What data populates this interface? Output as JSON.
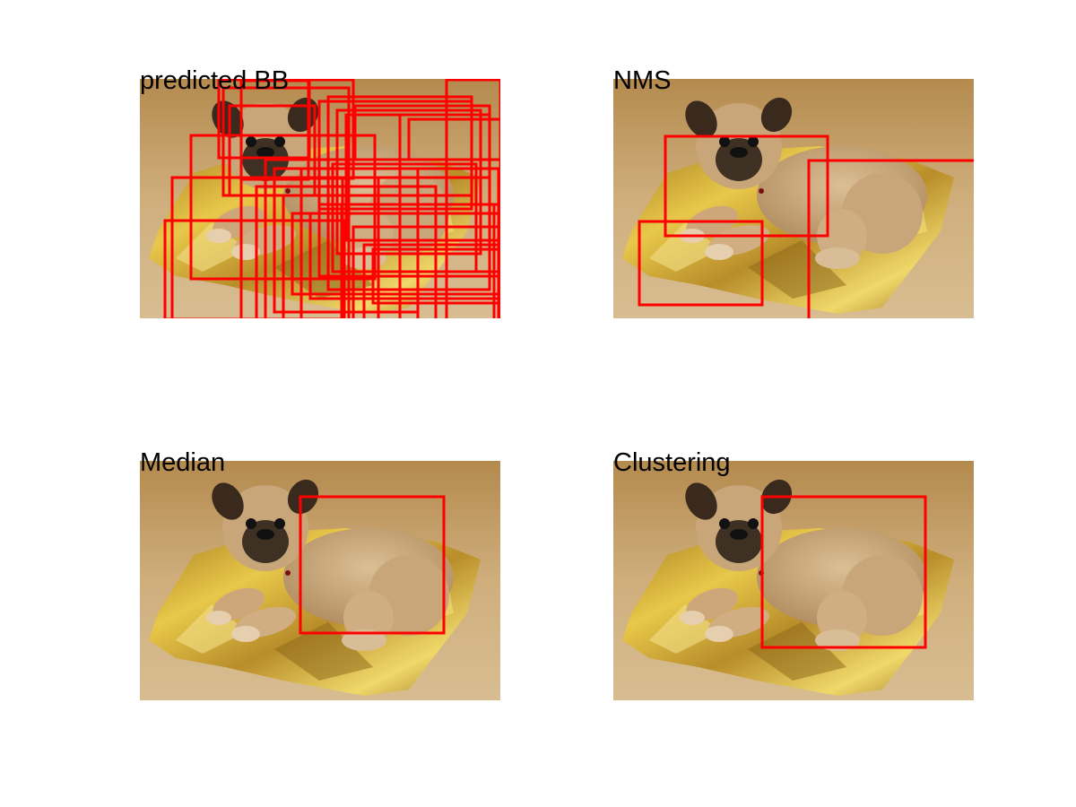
{
  "panels": [
    {
      "title": "predicted BB",
      "box_count": 33
    },
    {
      "title": "NMS",
      "box_count": 3
    },
    {
      "title": "Median",
      "box_count": 1
    },
    {
      "title": "Clustering",
      "box_count": 1
    }
  ],
  "colors": {
    "box": "#ff0000",
    "floor": "#c8a878",
    "blanket": "#d4b040",
    "dog": "#c9a57a",
    "dog_face": "#3a2a1e"
  },
  "image_subject": "pug dog lying on gold foil blanket"
}
